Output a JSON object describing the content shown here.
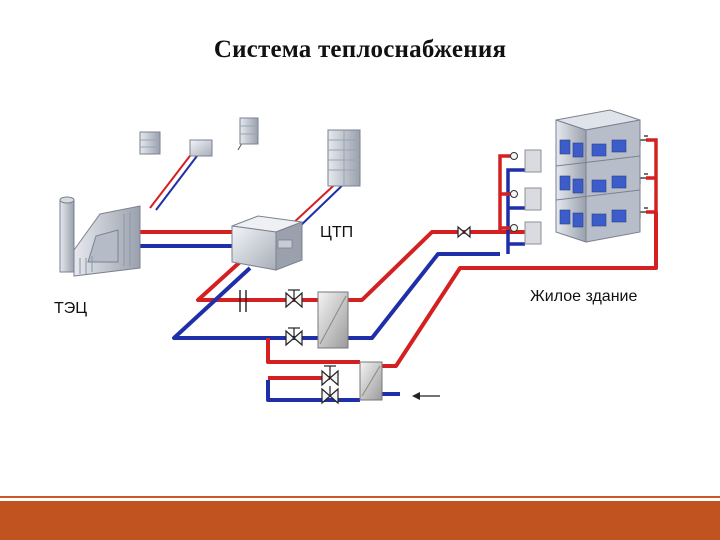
{
  "title": "Система теплоснабжения",
  "labels": {
    "tets": "ТЭЦ",
    "ctp": "ЦТП",
    "residential": "Жилое здание"
  },
  "colors": {
    "supply_pipe": "#d42020",
    "return_pipe": "#1f2fa8",
    "footer": "#c0531f",
    "building": "#c9ced6",
    "window": "#3b5cc9"
  }
}
